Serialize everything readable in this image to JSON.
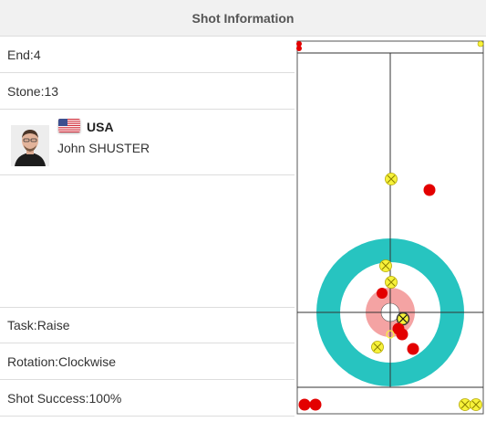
{
  "header": {
    "title": "Shot Information"
  },
  "info": {
    "end_label": "End",
    "end_value": "4",
    "stone_label": "Stone",
    "stone_value": "13",
    "task_label": "Task",
    "task_value": "Raise",
    "rotation_label": "Rotation",
    "rotation_value": "Clockwise",
    "success_label": "Shot Success",
    "success_value": "100%"
  },
  "player": {
    "country": "USA",
    "name": "John SHUSTER",
    "flag_icon": "us-flag-icon"
  },
  "colors": {
    "house_outer": "#27c4c0",
    "house_middle": "#ffffff",
    "house_inner": "#f4a3a3",
    "button": "#ffffff",
    "team_red": "#e30000",
    "team_yellow": "#f7f23a",
    "line": "#333333"
  }
}
